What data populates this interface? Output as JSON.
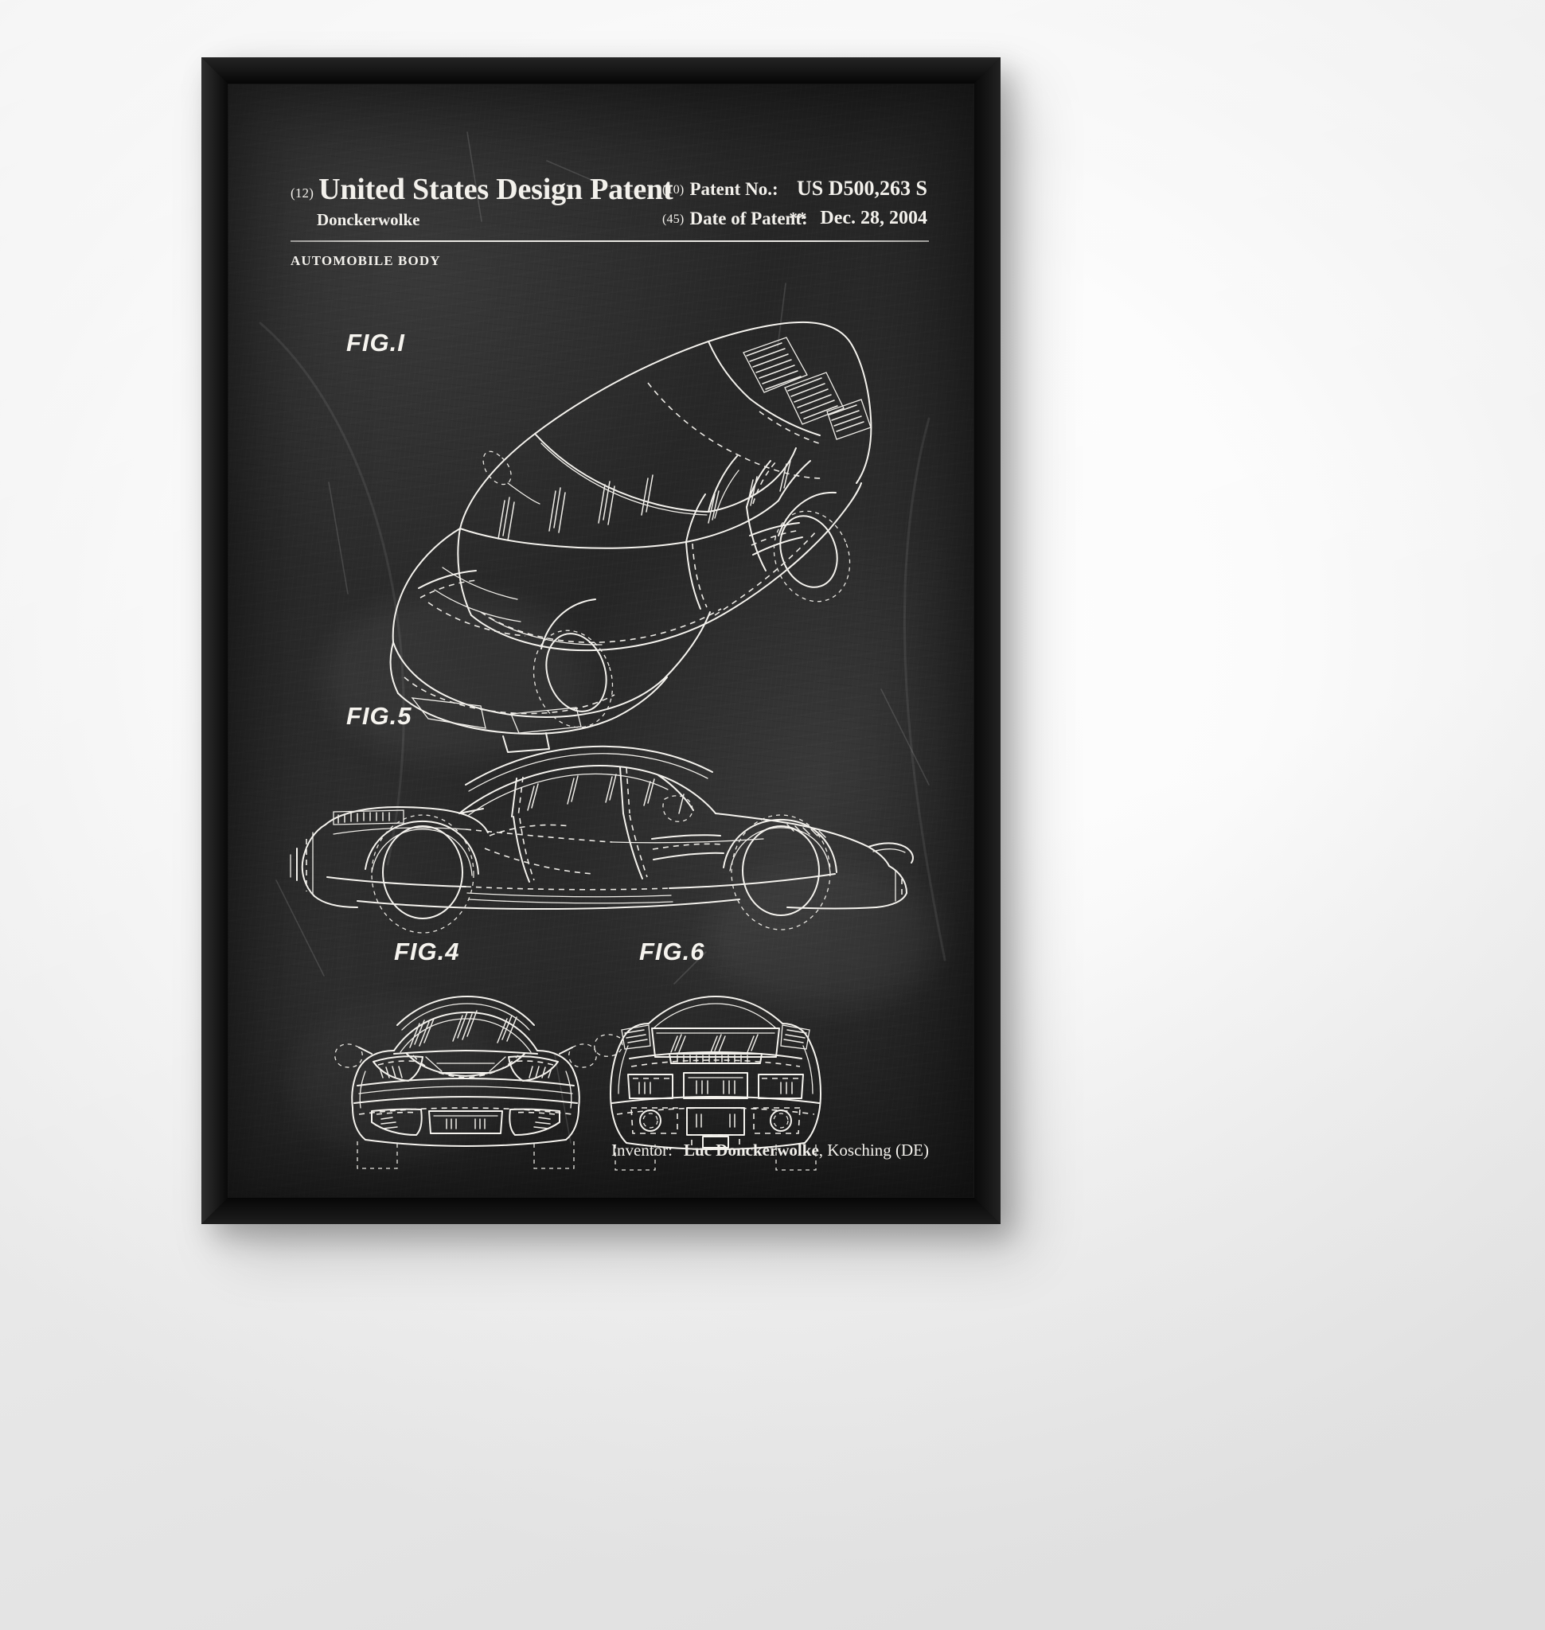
{
  "artwork": {
    "type": "framed-patent-poster",
    "frame_color": "#0b0b0b",
    "poster_background": "#2b2b2b",
    "ink_color": "#f4f2ed"
  },
  "header": {
    "kind_code": "(12)",
    "title": "United States Design Patent",
    "surname": "Donckerwolke",
    "patent_no_code": "(10)",
    "patent_no_label": "Patent No.:",
    "patent_no_value": "US D500,263 S",
    "date_code": "(45)",
    "date_label": "Date of Patent:",
    "date_stars": "**",
    "date_value": "Dec. 28, 2004",
    "subject": "AUTOMOBILE BODY"
  },
  "figures": [
    {
      "id": "fig1",
      "label": "FIG.I",
      "view": "perspective-three-quarter-front"
    },
    {
      "id": "fig5",
      "label": "FIG.5",
      "view": "side-elevation"
    },
    {
      "id": "fig4",
      "label": "FIG.4",
      "view": "front-elevation"
    },
    {
      "id": "fig6",
      "label": "FIG.6",
      "view": "rear-elevation"
    }
  ],
  "footer": {
    "inventor_label": "Inventor:",
    "inventor_name": "Luc Donckerwolke",
    "inventor_city": ", Kosching (DE)"
  }
}
